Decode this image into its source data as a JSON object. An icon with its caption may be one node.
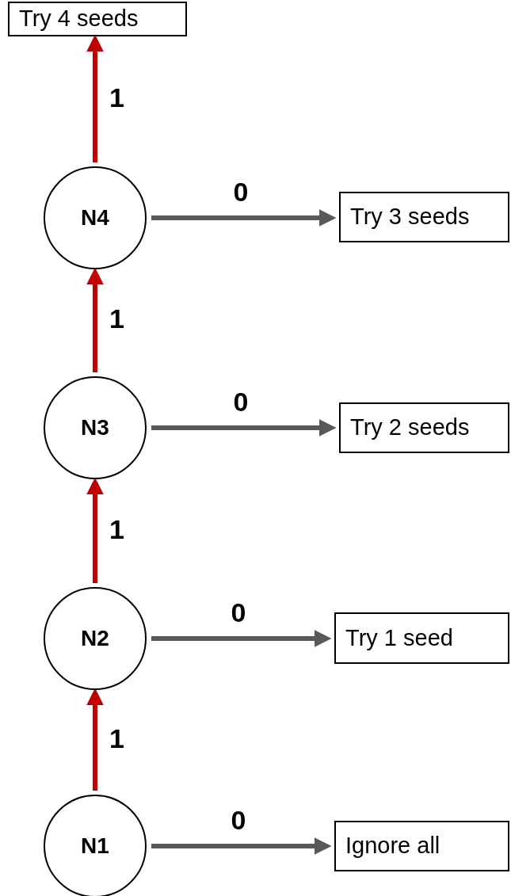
{
  "diagram": {
    "nodes": [
      {
        "text": [
          "Try 4 seeds"
        ]
      },
      {
        "text": [
          "N4"
        ]
      },
      {
        "text": [
          "Try 3 seeds"
        ]
      },
      {
        "text": [
          "N3"
        ]
      },
      {
        "text": [
          "Try 2 seeds"
        ]
      },
      {
        "text": [
          "N2"
        ]
      },
      {
        "text": [
          "Try 1 seed"
        ]
      },
      {
        "text": [
          "N1"
        ]
      },
      {
        "text": [
          "Ignore all"
        ]
      }
    ],
    "edges": [
      {
        "from": 1,
        "to": 0,
        "arrow": "to",
        "label": "1",
        "color": "#c00000"
      },
      {
        "from": 1,
        "to": 2,
        "arrow": "to",
        "label": "0",
        "color": "#595959"
      },
      {
        "from": 3,
        "to": 1,
        "arrow": "to",
        "label": "1",
        "color": "#c00000"
      },
      {
        "from": 3,
        "to": 4,
        "arrow": "to",
        "label": "0",
        "color": "#595959"
      },
      {
        "from": 5,
        "to": 3,
        "arrow": "to",
        "label": "1",
        "color": "#c00000"
      },
      {
        "from": 5,
        "to": 6,
        "arrow": "to",
        "label": "0",
        "color": "#595959"
      },
      {
        "from": 7,
        "to": 5,
        "arrow": "to",
        "label": "1",
        "color": "#c00000"
      },
      {
        "from": 7,
        "to": 8,
        "arrow": "to",
        "label": "0",
        "color": "#595959"
      }
    ]
  }
}
